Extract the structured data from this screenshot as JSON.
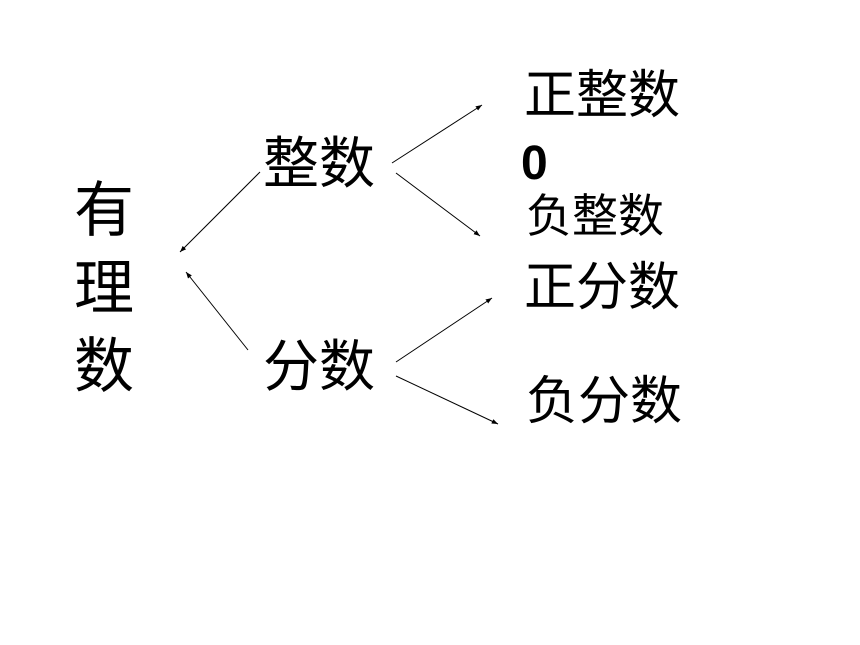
{
  "diagram": {
    "root": {
      "label": "有理数"
    },
    "branches": [
      {
        "label": "整数",
        "children": [
          "正整数",
          "0",
          "负整数"
        ]
      },
      {
        "label": "分数",
        "children": [
          "正分数",
          "负分数"
        ]
      }
    ]
  },
  "colors": {
    "text": "#000000",
    "lines": "#000000",
    "background": "#ffffff"
  }
}
